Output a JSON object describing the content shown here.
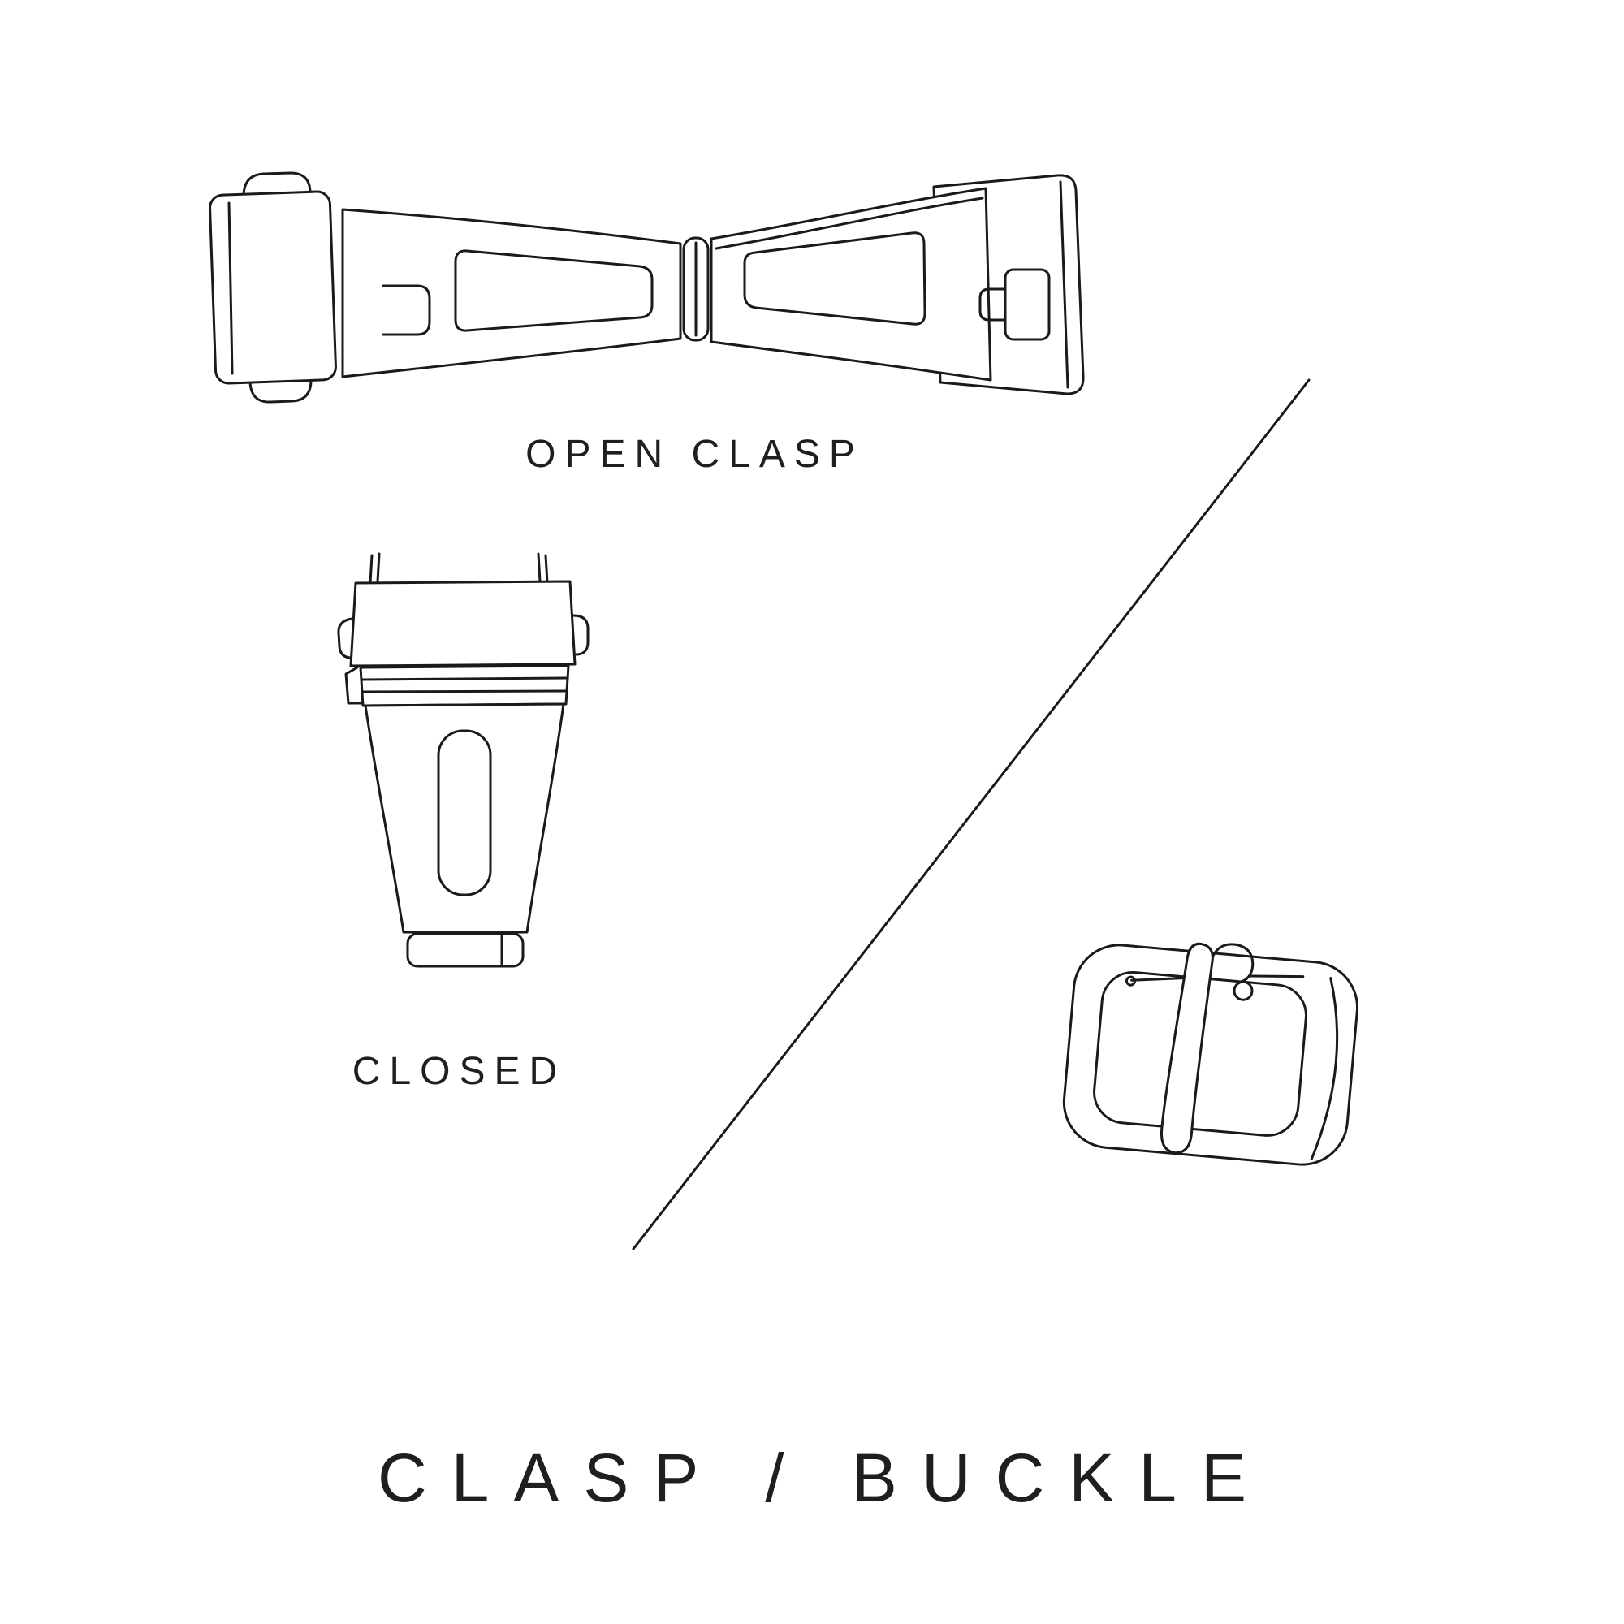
{
  "page": {
    "title": "CLASP / BUCKLE",
    "background_color": "#ffffff",
    "line_color": "#1a1a1a",
    "text_color": "#1f1f1f"
  },
  "labels": {
    "open_clasp": "OPEN CLASP",
    "closed": "CLOSED"
  },
  "icons": [
    {
      "name": "open-clasp-illustration"
    },
    {
      "name": "closed-clasp-illustration"
    },
    {
      "name": "tang-buckle-illustration"
    },
    {
      "name": "diagonal-divider-line"
    }
  ]
}
